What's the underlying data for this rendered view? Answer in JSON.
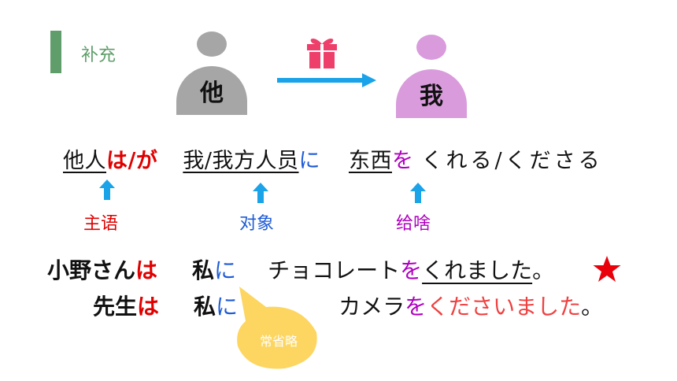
{
  "header": {
    "section_label": "补充"
  },
  "figures": {
    "giver_label": "他",
    "receiver_label": "我",
    "colors": {
      "giver": "#a6a6a6",
      "receiver": "#d99bdc",
      "arrow": "#1aa3e8",
      "gift": "#ee3f6b",
      "accent": "#5f9e6a"
    }
  },
  "pattern": {
    "subject": "他人",
    "subject_particle": "は/が",
    "object": "我/我方人员",
    "object_particle": "に",
    "thing": "东西",
    "thing_particle": "を",
    "verb": "くれる/くださる"
  },
  "roles": {
    "subject": "主语",
    "object": "对象",
    "thing": "给啥"
  },
  "examples": [
    {
      "subject": "小野さん",
      "topic": "は",
      "recipient": "私",
      "recipient_particle": "に",
      "object": "チョコレート",
      "object_particle": "を",
      "verb": "くれました",
      "period": "。"
    },
    {
      "subject": "先生",
      "topic": "は",
      "recipient": "私",
      "recipient_particle": "に",
      "object": "カメラ",
      "object_particle": "を",
      "verb": "くださいました",
      "period": "。"
    }
  ],
  "bubble": {
    "text": "常省略"
  }
}
